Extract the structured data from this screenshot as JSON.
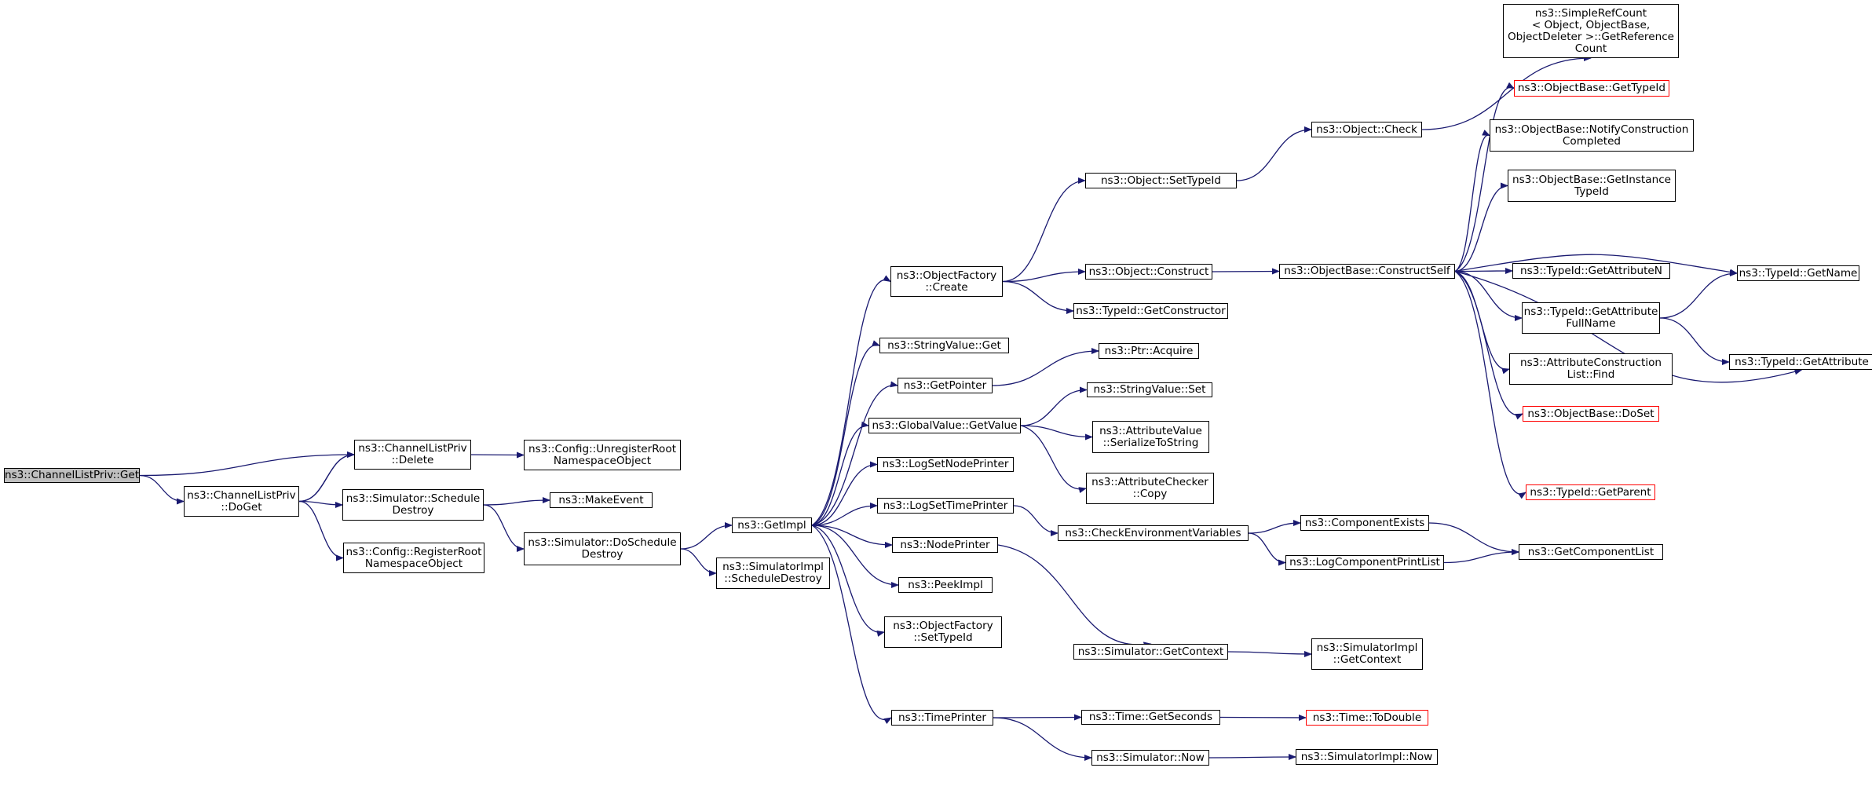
{
  "nodes": [
    {
      "id": "n0",
      "label": "ns3::ChannelListPriv::Get",
      "root": true
    },
    {
      "id": "n1",
      "label": "ns3::ChannelListPriv\n::DoGet"
    },
    {
      "id": "n2",
      "label": "ns3::ChannelListPriv\n::Delete"
    },
    {
      "id": "n3",
      "label": "ns3::Simulator::Schedule\nDestroy"
    },
    {
      "id": "n4",
      "label": "ns3::Config::RegisterRoot\nNamespaceObject"
    },
    {
      "id": "n5",
      "label": "ns3::Config::UnregisterRoot\nNamespaceObject"
    },
    {
      "id": "n6",
      "label": "ns3::MakeEvent"
    },
    {
      "id": "n7",
      "label": "ns3::Simulator::DoSchedule\nDestroy"
    },
    {
      "id": "n8",
      "label": "ns3::GetImpl"
    },
    {
      "id": "n9",
      "label": "ns3::SimulatorImpl\n::ScheduleDestroy"
    },
    {
      "id": "n10",
      "label": "ns3::ObjectFactory\n::Create"
    },
    {
      "id": "n11",
      "label": "ns3::StringValue::Get"
    },
    {
      "id": "n12",
      "label": "ns3::GetPointer"
    },
    {
      "id": "n13",
      "label": "ns3::GlobalValue::GetValue"
    },
    {
      "id": "n14",
      "label": "ns3::LogSetNodePrinter"
    },
    {
      "id": "n15",
      "label": "ns3::LogSetTimePrinter"
    },
    {
      "id": "n16",
      "label": "ns3::NodePrinter"
    },
    {
      "id": "n17",
      "label": "ns3::PeekImpl"
    },
    {
      "id": "n18",
      "label": "ns3::ObjectFactory\n::SetTypeId"
    },
    {
      "id": "n19",
      "label": "ns3::TimePrinter"
    },
    {
      "id": "n20",
      "label": "ns3::Object::SetTypeId"
    },
    {
      "id": "n21",
      "label": "ns3::Object::Construct"
    },
    {
      "id": "n22",
      "label": "ns3::TypeId::GetConstructor"
    },
    {
      "id": "n23",
      "label": "ns3::Ptr::Acquire"
    },
    {
      "id": "n24",
      "label": "ns3::StringValue::Set"
    },
    {
      "id": "n25",
      "label": "ns3::AttributeValue\n::SerializeToString"
    },
    {
      "id": "n26",
      "label": "ns3::AttributeChecker\n::Copy"
    },
    {
      "id": "n27",
      "label": "ns3::CheckEnvironmentVariables"
    },
    {
      "id": "n28",
      "label": "ns3::Simulator::GetContext"
    },
    {
      "id": "n29",
      "label": "ns3::Time::GetSeconds"
    },
    {
      "id": "n30",
      "label": "ns3::Simulator::Now"
    },
    {
      "id": "n31",
      "label": "ns3::Object::Check"
    },
    {
      "id": "n32",
      "label": "ns3::ObjectBase::ConstructSelf"
    },
    {
      "id": "n33",
      "label": "ns3::ComponentExists"
    },
    {
      "id": "n34",
      "label": "ns3::LogComponentPrintList"
    },
    {
      "id": "n35",
      "label": "ns3::SimulatorImpl\n::GetContext"
    },
    {
      "id": "n36",
      "label": "ns3::Time::ToDouble",
      "red": true
    },
    {
      "id": "n37",
      "label": "ns3::SimulatorImpl::Now"
    },
    {
      "id": "n38",
      "label": "ns3::SimpleRefCount\n< Object, ObjectBase,\n ObjectDeleter >::GetReference\nCount"
    },
    {
      "id": "n39",
      "label": "ns3::ObjectBase::GetTypeId",
      "red": true
    },
    {
      "id": "n40",
      "label": "ns3::ObjectBase::NotifyConstruction\nCompleted"
    },
    {
      "id": "n41",
      "label": "ns3::ObjectBase::GetInstance\nTypeId"
    },
    {
      "id": "n42",
      "label": "ns3::TypeId::GetAttributeN"
    },
    {
      "id": "n43",
      "label": "ns3::TypeId::GetAttribute\nFullName"
    },
    {
      "id": "n44",
      "label": "ns3::AttributeConstruction\nList::Find"
    },
    {
      "id": "n45",
      "label": "ns3::ObjectBase::DoSet",
      "red": true
    },
    {
      "id": "n46",
      "label": "ns3::TypeId::GetParent",
      "red": true
    },
    {
      "id": "n47",
      "label": "ns3::GetComponentList"
    },
    {
      "id": "n48",
      "label": "ns3::TypeId::GetName"
    },
    {
      "id": "n49",
      "label": "ns3::TypeId::GetAttribute"
    }
  ],
  "edge_color": "#191970"
}
